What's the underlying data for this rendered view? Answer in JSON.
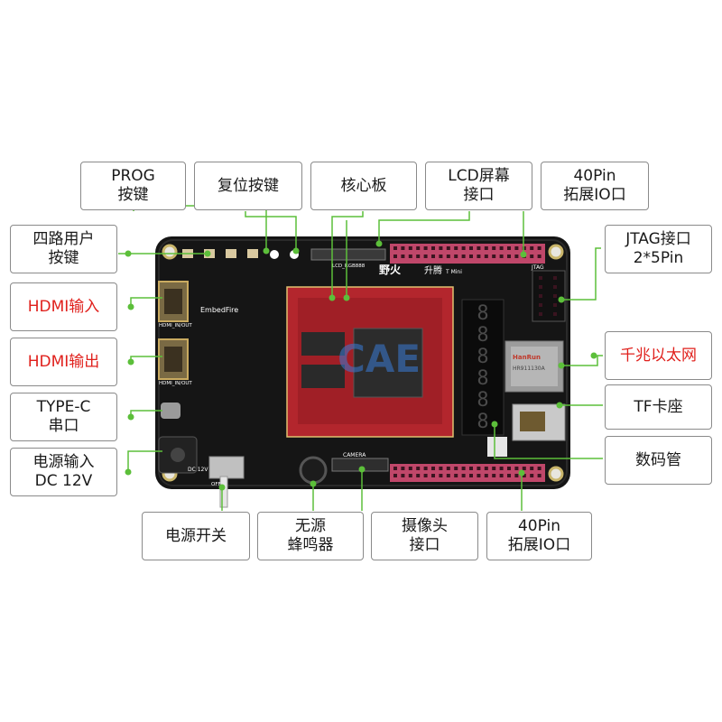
{
  "labels": {
    "prog_button": [
      "PROG",
      "按键"
    ],
    "reset_button": [
      "复位按键"
    ],
    "core_board": [
      "核心板"
    ],
    "lcd_interface": [
      "LCD屏幕",
      "接口"
    ],
    "expansion_io_top": [
      "40Pin",
      "拓展IO口"
    ],
    "user_buttons": [
      "四路用户",
      "按键"
    ],
    "hdmi_in": [
      "HDMI输入"
    ],
    "hdmi_out": [
      "HDMI输出"
    ],
    "typec_uart": [
      "TYPE-C",
      "串口"
    ],
    "power_input": [
      "电源输入",
      "DC 12V"
    ],
    "jtag": [
      "JTAG接口",
      "2*5Pin"
    ],
    "ethernet": [
      "千兆以太网"
    ],
    "tf_slot": [
      "TF卡座"
    ],
    "segment_display": [
      "数码管"
    ],
    "power_switch": [
      "电源开关"
    ],
    "buzzer": [
      "无源",
      "蜂鸣器"
    ],
    "camera_interface": [
      "摄像头",
      "接口"
    ],
    "expansion_io_bottom": [
      "40Pin",
      "拓展IO口"
    ]
  },
  "board": {
    "brand": "野火",
    "series": "升腾",
    "edition": "T Mini",
    "maker": "EmbedFire",
    "watermark": "CAE",
    "silk_jtag": "JTAG",
    "silk_camera": "CAMERA",
    "silk_dc": "DC 12V",
    "silk_hdmi1": "HDMI_IN/OUT",
    "silk_hdmi2": "HDMI_IN/OUT",
    "silk_lcd": "LCD_RGB888",
    "silk_off": "OFF",
    "eth_chip": "HanRun",
    "eth_part": "HR911130A"
  },
  "colors": {
    "label_red": "#e0201c",
    "leader_green": "#5cbf3a",
    "pcb": "#141414",
    "header_pink": "#c0476a",
    "core_red": "#b3262d"
  }
}
